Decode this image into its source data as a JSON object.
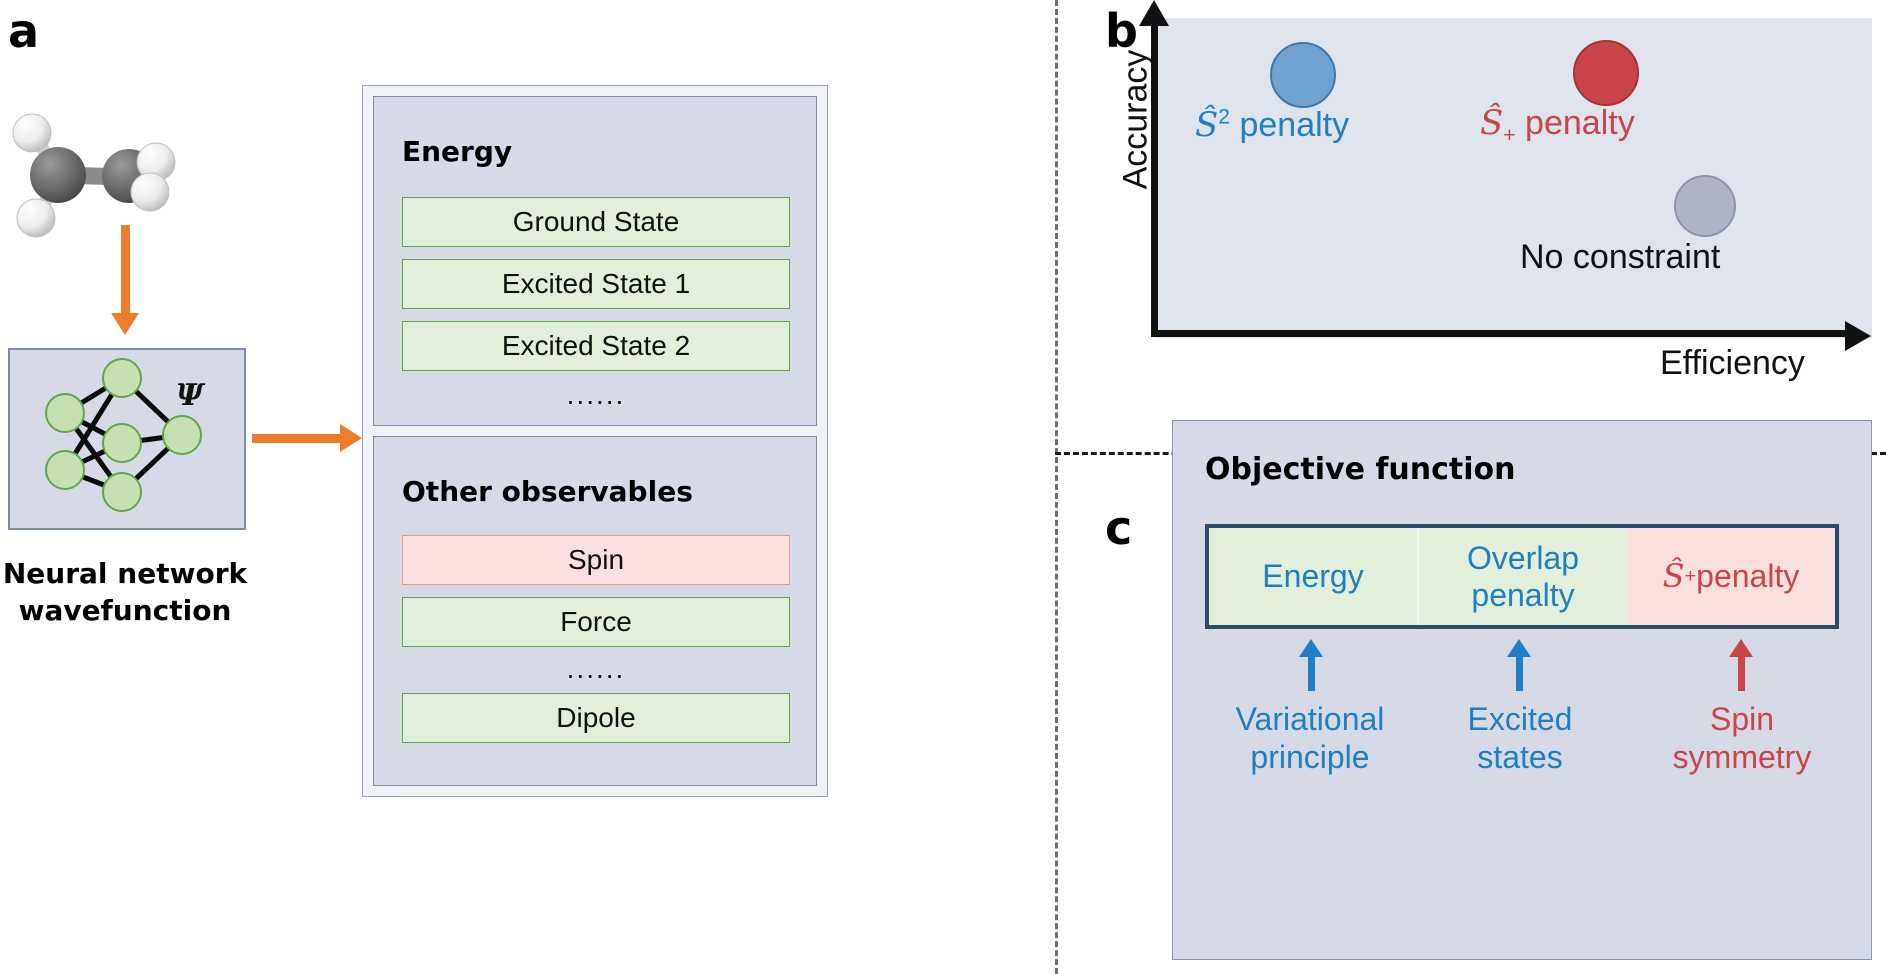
{
  "panels": {
    "a": {
      "letter": "a"
    },
    "b": {
      "letter": "b"
    },
    "c": {
      "letter": "c"
    }
  },
  "panel_a": {
    "molecule": {
      "name": "ethylene-molecule",
      "carbon_color": "#6b6b6b",
      "hydrogen_color": "#f2f2f2"
    },
    "nn": {
      "psi_label": "Ψ",
      "caption_line1": "Neural network",
      "caption_line2": "wavefunction",
      "node_color": "#c6e0b4",
      "node_border": "#63a64a",
      "box_bg": "#d5dae6"
    },
    "energy_group": {
      "title": "Energy",
      "items": [
        {
          "label": "Ground State",
          "style": "green"
        },
        {
          "label": "Excited State 1",
          "style": "green"
        },
        {
          "label": "Excited State 2",
          "style": "green"
        }
      ],
      "ellipsis": "......"
    },
    "observables_group": {
      "title": "Other observables",
      "items": [
        {
          "label": "Spin",
          "style": "pink"
        },
        {
          "label": "Force",
          "style": "green"
        }
      ],
      "ellipsis": "......",
      "last_item": {
        "label": "Dipole",
        "style": "green"
      }
    },
    "arrow_color": "#ed7d2b"
  },
  "chart_data": {
    "type": "scatter",
    "title": "",
    "xlabel": "Efficiency",
    "ylabel": "Accuracy",
    "grid": false,
    "legend": "none",
    "axis_style": "arrow",
    "xlim": [
      0,
      1
    ],
    "ylim": [
      0,
      1
    ],
    "points": [
      {
        "label": "Ŝ2 penalty",
        "label_prefix": "Ŝ",
        "label_sup": "2",
        "label_sub": "",
        "label_suffix": " penalty",
        "x": 0.17,
        "y": 0.83,
        "color": "#6fa2d0",
        "border": "#3d79b0",
        "text_color": "#1f7fc0",
        "size": 66
      },
      {
        "label": "Ŝ+ penalty",
        "label_prefix": "Ŝ",
        "label_sup": "",
        "label_sub": "+",
        "label_suffix": " penalty",
        "x": 0.6,
        "y": 0.84,
        "color": "#c8454a",
        "border": "#a93238",
        "text_color": "#c8454a",
        "size": 66
      },
      {
        "label": "No constraint",
        "label_prefix": "",
        "label_sup": "",
        "label_sub": "",
        "label_suffix": "No constraint",
        "x": 0.74,
        "y": 0.45,
        "color": "#adb5c4",
        "border": "#8c95a8",
        "text_color": "#111111",
        "size": 62
      }
    ],
    "plot_bg": "#dfe3ec"
  },
  "panel_c": {
    "title": "Objective function",
    "terms": [
      {
        "label": "Energy",
        "style": "green",
        "text_color": "#1f7fc0"
      },
      {
        "label": "Overlap penalty",
        "style": "green",
        "text_color": "#1f7fc0"
      },
      {
        "label": "Ŝ+ penalty",
        "style": "pink",
        "text_color": "#c8454a"
      }
    ],
    "sources": [
      {
        "line1": "Variational",
        "line2": "principle",
        "color": "#1f7fc0"
      },
      {
        "line1": "Excited",
        "line2": "states",
        "color": "#1f7fc0"
      },
      {
        "line1": "Spin",
        "line2": "symmetry",
        "color": "#c8454a"
      }
    ],
    "box_bg": "#d5dae6",
    "strip_border": "#2d4a66"
  }
}
